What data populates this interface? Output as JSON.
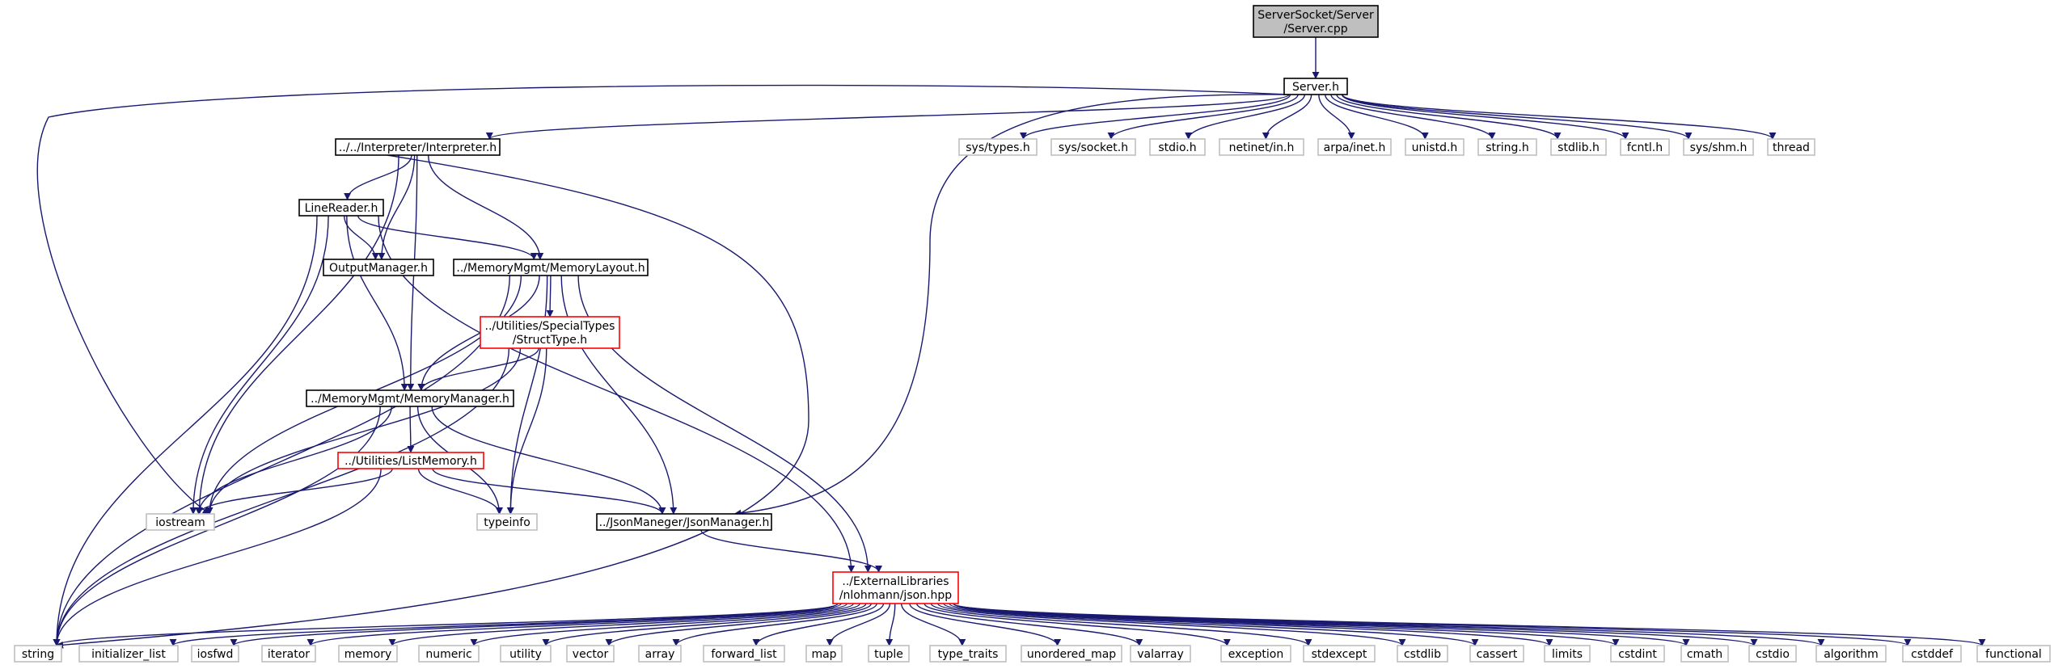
{
  "colors": {
    "edge": "#191970",
    "root_fill": "#bfbfbf",
    "normal_border": "#000000",
    "external_border": "#bfbfbf",
    "incomplete_border": "#ff0000",
    "text": "#000000"
  },
  "nodes": [
    {
      "id": "server_cpp",
      "label": [
        "ServerSocket/Server",
        "/Server.cpp"
      ],
      "kind": "root"
    },
    {
      "id": "server_h",
      "label": [
        "Server.h"
      ],
      "kind": "normal"
    },
    {
      "id": "interpreter_h",
      "label": [
        "../../Interpreter/Interpreter.h"
      ],
      "kind": "normal"
    },
    {
      "id": "sys_types",
      "label": [
        "sys/types.h"
      ],
      "kind": "external"
    },
    {
      "id": "sys_socket",
      "label": [
        "sys/socket.h"
      ],
      "kind": "external"
    },
    {
      "id": "stdio_h",
      "label": [
        "stdio.h"
      ],
      "kind": "external"
    },
    {
      "id": "netinet_in",
      "label": [
        "netinet/in.h"
      ],
      "kind": "external"
    },
    {
      "id": "arpa_inet",
      "label": [
        "arpa/inet.h"
      ],
      "kind": "external"
    },
    {
      "id": "unistd_h",
      "label": [
        "unistd.h"
      ],
      "kind": "external"
    },
    {
      "id": "string_h",
      "label": [
        "string.h"
      ],
      "kind": "external"
    },
    {
      "id": "stdlib_h",
      "label": [
        "stdlib.h"
      ],
      "kind": "external"
    },
    {
      "id": "fcntl_h",
      "label": [
        "fcntl.h"
      ],
      "kind": "external"
    },
    {
      "id": "sys_shm",
      "label": [
        "sys/shm.h"
      ],
      "kind": "external"
    },
    {
      "id": "thread",
      "label": [
        "thread"
      ],
      "kind": "external"
    },
    {
      "id": "linereader_h",
      "label": [
        "LineReader.h"
      ],
      "kind": "normal"
    },
    {
      "id": "outputmanager_h",
      "label": [
        "OutputManager.h"
      ],
      "kind": "normal"
    },
    {
      "id": "memorylayout_h",
      "label": [
        "../MemoryMgmt/MemoryLayout.h"
      ],
      "kind": "normal"
    },
    {
      "id": "structtype_h",
      "label": [
        "../Utilities/SpecialTypes",
        "/StructType.h"
      ],
      "kind": "incomplete"
    },
    {
      "id": "memorymanager_h",
      "label": [
        "../MemoryMgmt/MemoryManager.h"
      ],
      "kind": "normal"
    },
    {
      "id": "listmemory_h",
      "label": [
        "../Utilities/ListMemory.h"
      ],
      "kind": "incomplete"
    },
    {
      "id": "iostream",
      "label": [
        "iostream"
      ],
      "kind": "external"
    },
    {
      "id": "typeinfo",
      "label": [
        "typeinfo"
      ],
      "kind": "external"
    },
    {
      "id": "jsonmanager_h",
      "label": [
        "../JsonManeger/JsonManager.h"
      ],
      "kind": "normal"
    },
    {
      "id": "json_hpp",
      "label": [
        "../ExternalLibraries",
        "/nlohmann/json.hpp"
      ],
      "kind": "incomplete"
    },
    {
      "id": "string",
      "label": [
        "string"
      ],
      "kind": "external"
    },
    {
      "id": "initializer_list",
      "label": [
        "initializer_list"
      ],
      "kind": "external"
    },
    {
      "id": "iosfwd",
      "label": [
        "iosfwd"
      ],
      "kind": "external"
    },
    {
      "id": "iterator",
      "label": [
        "iterator"
      ],
      "kind": "external"
    },
    {
      "id": "memory",
      "label": [
        "memory"
      ],
      "kind": "external"
    },
    {
      "id": "numeric",
      "label": [
        "numeric"
      ],
      "kind": "external"
    },
    {
      "id": "utility",
      "label": [
        "utility"
      ],
      "kind": "external"
    },
    {
      "id": "vector",
      "label": [
        "vector"
      ],
      "kind": "external"
    },
    {
      "id": "array",
      "label": [
        "array"
      ],
      "kind": "external"
    },
    {
      "id": "forward_list",
      "label": [
        "forward_list"
      ],
      "kind": "external"
    },
    {
      "id": "map",
      "label": [
        "map"
      ],
      "kind": "external"
    },
    {
      "id": "tuple",
      "label": [
        "tuple"
      ],
      "kind": "external"
    },
    {
      "id": "type_traits",
      "label": [
        "type_traits"
      ],
      "kind": "external"
    },
    {
      "id": "unordered_map",
      "label": [
        "unordered_map"
      ],
      "kind": "external"
    },
    {
      "id": "valarray",
      "label": [
        "valarray"
      ],
      "kind": "external"
    },
    {
      "id": "exception",
      "label": [
        "exception"
      ],
      "kind": "external"
    },
    {
      "id": "stdexcept",
      "label": [
        "stdexcept"
      ],
      "kind": "external"
    },
    {
      "id": "cstdlib",
      "label": [
        "cstdlib"
      ],
      "kind": "external"
    },
    {
      "id": "cassert",
      "label": [
        "cassert"
      ],
      "kind": "external"
    },
    {
      "id": "limits",
      "label": [
        "limits"
      ],
      "kind": "external"
    },
    {
      "id": "cstdint",
      "label": [
        "cstdint"
      ],
      "kind": "external"
    },
    {
      "id": "cmath",
      "label": [
        "cmath"
      ],
      "kind": "external"
    },
    {
      "id": "cstdio",
      "label": [
        "cstdio"
      ],
      "kind": "external"
    },
    {
      "id": "algorithm",
      "label": [
        "algorithm"
      ],
      "kind": "external"
    },
    {
      "id": "cstddef",
      "label": [
        "cstddef"
      ],
      "kind": "external"
    },
    {
      "id": "functional",
      "label": [
        "functional"
      ],
      "kind": "external"
    }
  ],
  "edges": [
    [
      "server_cpp",
      "server_h"
    ],
    [
      "server_h",
      "interpreter_h"
    ],
    [
      "server_h",
      "sys_types"
    ],
    [
      "server_h",
      "sys_socket"
    ],
    [
      "server_h",
      "stdio_h"
    ],
    [
      "server_h",
      "netinet_in"
    ],
    [
      "server_h",
      "arpa_inet"
    ],
    [
      "server_h",
      "unistd_h"
    ],
    [
      "server_h",
      "string_h"
    ],
    [
      "server_h",
      "stdlib_h"
    ],
    [
      "server_h",
      "fcntl_h"
    ],
    [
      "server_h",
      "sys_shm"
    ],
    [
      "server_h",
      "thread"
    ],
    [
      "server_h",
      "iostream"
    ],
    [
      "server_h",
      "jsonmanager_h"
    ],
    [
      "interpreter_h",
      "linereader_h"
    ],
    [
      "interpreter_h",
      "outputmanager_h"
    ],
    [
      "interpreter_h",
      "memorylayout_h"
    ],
    [
      "interpreter_h",
      "memorymanager_h"
    ],
    [
      "interpreter_h",
      "iostream"
    ],
    [
      "interpreter_h",
      "string"
    ],
    [
      "linereader_h",
      "outputmanager_h"
    ],
    [
      "linereader_h",
      "memorylayout_h"
    ],
    [
      "linereader_h",
      "memorymanager_h"
    ],
    [
      "linereader_h",
      "iostream"
    ],
    [
      "linereader_h",
      "string"
    ],
    [
      "linereader_h",
      "json_hpp"
    ],
    [
      "memorylayout_h",
      "structtype_h"
    ],
    [
      "memorylayout_h",
      "memorymanager_h"
    ],
    [
      "memorylayout_h",
      "iostream"
    ],
    [
      "memorylayout_h",
      "string"
    ],
    [
      "memorylayout_h",
      "typeinfo"
    ],
    [
      "memorylayout_h",
      "jsonmanager_h"
    ],
    [
      "memorylayout_h",
      "json_hpp"
    ],
    [
      "structtype_h",
      "memorymanager_h"
    ],
    [
      "structtype_h",
      "iostream"
    ],
    [
      "structtype_h",
      "typeinfo"
    ],
    [
      "structtype_h",
      "string"
    ],
    [
      "memorymanager_h",
      "listmemory_h"
    ],
    [
      "memorymanager_h",
      "iostream"
    ],
    [
      "memorymanager_h",
      "string"
    ],
    [
      "memorymanager_h",
      "typeinfo"
    ],
    [
      "memorymanager_h",
      "jsonmanager_h"
    ],
    [
      "listmemory_h",
      "iostream"
    ],
    [
      "listmemory_h",
      "typeinfo"
    ],
    [
      "listmemory_h",
      "jsonmanager_h"
    ],
    [
      "listmemory_h",
      "string"
    ],
    [
      "jsonmanager_h",
      "json_hpp"
    ],
    [
      "json_hpp",
      "string"
    ],
    [
      "json_hpp",
      "initializer_list"
    ],
    [
      "json_hpp",
      "iosfwd"
    ],
    [
      "json_hpp",
      "iterator"
    ],
    [
      "json_hpp",
      "memory"
    ],
    [
      "json_hpp",
      "numeric"
    ],
    [
      "json_hpp",
      "utility"
    ],
    [
      "json_hpp",
      "vector"
    ],
    [
      "json_hpp",
      "array"
    ],
    [
      "json_hpp",
      "forward_list"
    ],
    [
      "json_hpp",
      "map"
    ],
    [
      "json_hpp",
      "tuple"
    ],
    [
      "json_hpp",
      "type_traits"
    ],
    [
      "json_hpp",
      "unordered_map"
    ],
    [
      "json_hpp",
      "valarray"
    ],
    [
      "json_hpp",
      "exception"
    ],
    [
      "json_hpp",
      "stdexcept"
    ],
    [
      "json_hpp",
      "cstdlib"
    ],
    [
      "json_hpp",
      "cassert"
    ],
    [
      "json_hpp",
      "limits"
    ],
    [
      "json_hpp",
      "cstdint"
    ],
    [
      "json_hpp",
      "cmath"
    ],
    [
      "json_hpp",
      "cstdio"
    ],
    [
      "json_hpp",
      "algorithm"
    ],
    [
      "json_hpp",
      "cstddef"
    ],
    [
      "json_hpp",
      "functional"
    ]
  ]
}
